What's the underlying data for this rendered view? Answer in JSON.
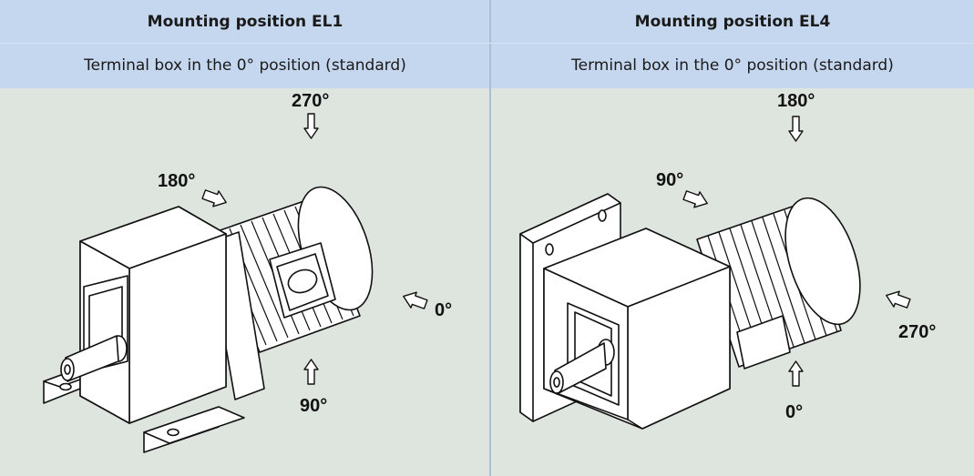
{
  "left": {
    "title": "Mounting position EL1",
    "subtitle": "Terminal box in the 0° position (standard)",
    "angles": {
      "top": "270°",
      "upper_left": "180°",
      "right": "0°",
      "bottom": "90°"
    }
  },
  "right": {
    "title": "Mounting position EL4",
    "subtitle": "Terminal box in the 0° position (standard)",
    "angles": {
      "top": "180°",
      "upper_left": "90°",
      "right": "270°",
      "bottom": "0°"
    }
  },
  "colors": {
    "header_bg": "#c5d7ef",
    "body_bg": "#dde5de",
    "divider": "#a9c0d9"
  },
  "icons": [
    "down-arrow-icon",
    "right-arrow-icon",
    "left-arrow-icon",
    "up-arrow-icon",
    "gear-motor-drawing"
  ]
}
